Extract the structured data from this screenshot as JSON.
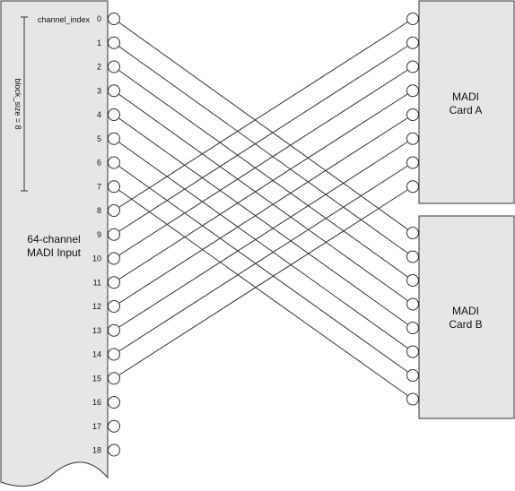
{
  "input": {
    "title_line1": "64-channel",
    "title_line2": "MADI Input",
    "header": "channel_index",
    "block_label": "block_size = 8",
    "port_labels": [
      "0",
      "1",
      "2",
      "3",
      "4",
      "5",
      "6",
      "7",
      "8",
      "9",
      "10",
      "11",
      "12",
      "13",
      "14",
      "15",
      "16",
      "17",
      "18"
    ]
  },
  "card_a": {
    "line1": "MADI",
    "line2": "Card A"
  },
  "card_b": {
    "line1": "MADI",
    "line2": "Card B"
  },
  "wiring": {
    "card_b_from": [
      0,
      1,
      2,
      3,
      4,
      5,
      6,
      7
    ],
    "card_a_from": [
      8,
      9,
      10,
      11,
      12,
      13,
      14,
      15
    ]
  },
  "colors": {
    "line": "#333333",
    "fill": "#e6e6e6",
    "port_fill": "#ffffff"
  }
}
